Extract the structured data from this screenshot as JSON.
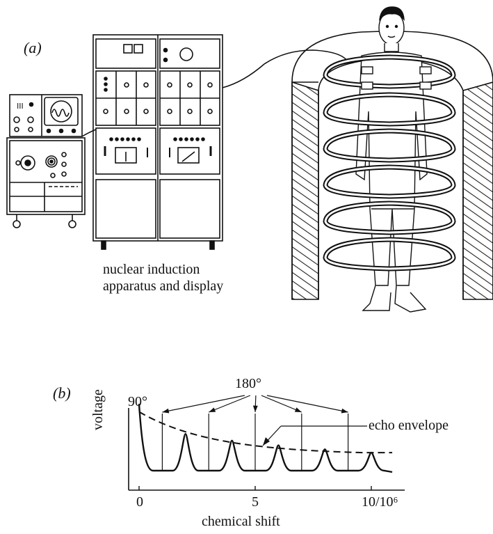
{
  "panel_a": {
    "label": "(a)",
    "caption_line1": "nuclear induction",
    "caption_line2": "apparatus and display"
  },
  "panel_b": {
    "label": "(b)",
    "pulse_90_label": "90°",
    "pulse_180_label": "180°",
    "echo_label": "echo envelope",
    "ylabel": "voltage",
    "xlabel": "chemical shift",
    "x_ticks": [
      "0",
      "5",
      "10/10⁶"
    ]
  },
  "chart_data": {
    "type": "line",
    "x_ticks": [
      0,
      5,
      10
    ],
    "pulse_180_at": [
      1,
      3,
      5,
      7,
      9
    ],
    "echo_peaks_x": [
      0,
      2,
      4,
      6,
      8,
      10
    ],
    "echo_peaks_relative": [
      1.0,
      0.55,
      0.45,
      0.38,
      0.32,
      0.27
    ],
    "envelope": "exponential decay (dashed)"
  }
}
